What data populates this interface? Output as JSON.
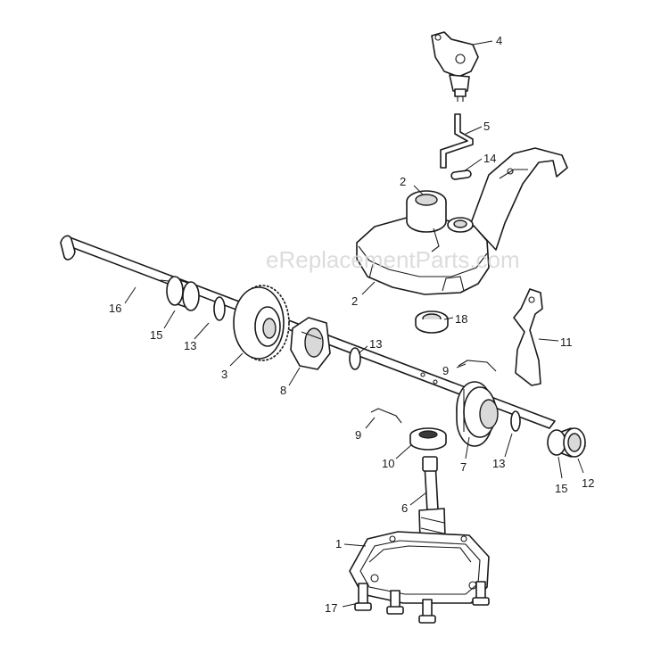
{
  "watermark": "eReplacementParts.com",
  "callouts": {
    "c1": "1",
    "c2a": "2",
    "c2b": "2",
    "c3": "3",
    "c4": "4",
    "c5": "5",
    "c6": "6",
    "c7": "7",
    "c8": "8",
    "c9a": "9",
    "c9b": "9",
    "c10": "10",
    "c11": "11",
    "c12": "12",
    "c13a": "13",
    "c13b": "13",
    "c13c": "13",
    "c14": "14",
    "c15a": "15",
    "c15b": "15",
    "c16": "16",
    "c17": "17",
    "c18": "18"
  }
}
